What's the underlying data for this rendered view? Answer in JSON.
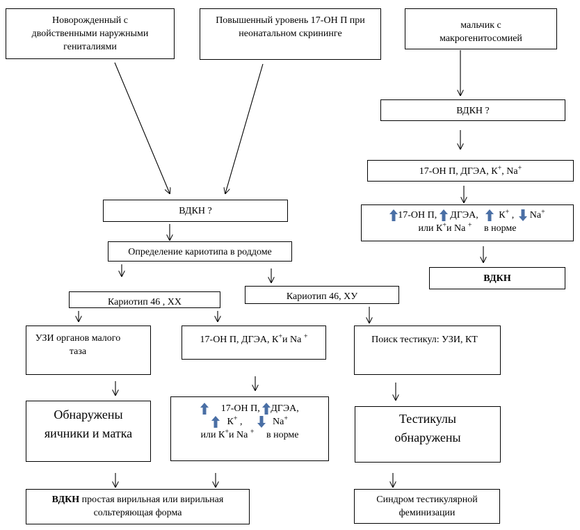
{
  "colors": {
    "arrow_fill": "#4a6fa5",
    "line": "#000000"
  },
  "icons": {
    "increase": "blue-up-arrow-icon",
    "decrease": "blue-down-arrow-icon"
  },
  "top": {
    "newborn": "Новорожденный с двойственными наружными гениталиями",
    "screening": "Повышенный уровень 17-ОН П при неонатальном скрининге",
    "boy": "мальчик с макрогенитосомией"
  },
  "left": {
    "vdkn_q": "ВДКН ?",
    "karyotype": "Определение кариотипа в роддоме",
    "xx": "Кариотип 46 , ХХ",
    "xy": "Кариотип 46, ХУ",
    "us": "УЗИ органов малого таза",
    "hormones_prefix": "17-ОН П, ДГЭА, К",
    "hormones_and": "и Na",
    "found": "Обнаружены яичники и матка",
    "result_bold": "ВДКН",
    "result_text": "простая вирильная  или вирильная сольтеряющая форма",
    "testes_search": "Поиск тестикул: УЗИ, КТ",
    "testes_found": "Тестикулы обнаружены",
    "syndrome": "Синдром тестикулярной феминизации"
  },
  "findings": {
    "ohp": "17-ОН П,",
    "dhea": "ДГЭА,",
    "k": "К",
    "na": "Na",
    "or_k": "или К",
    "and_na": "и Na",
    "normal": "в норме"
  },
  "right": {
    "vdkn_q": "ВДКН ?",
    "hormones": "17-ОН П, ДГЭА, К",
    "na": "Na",
    "vdkn": "ВДКН"
  }
}
